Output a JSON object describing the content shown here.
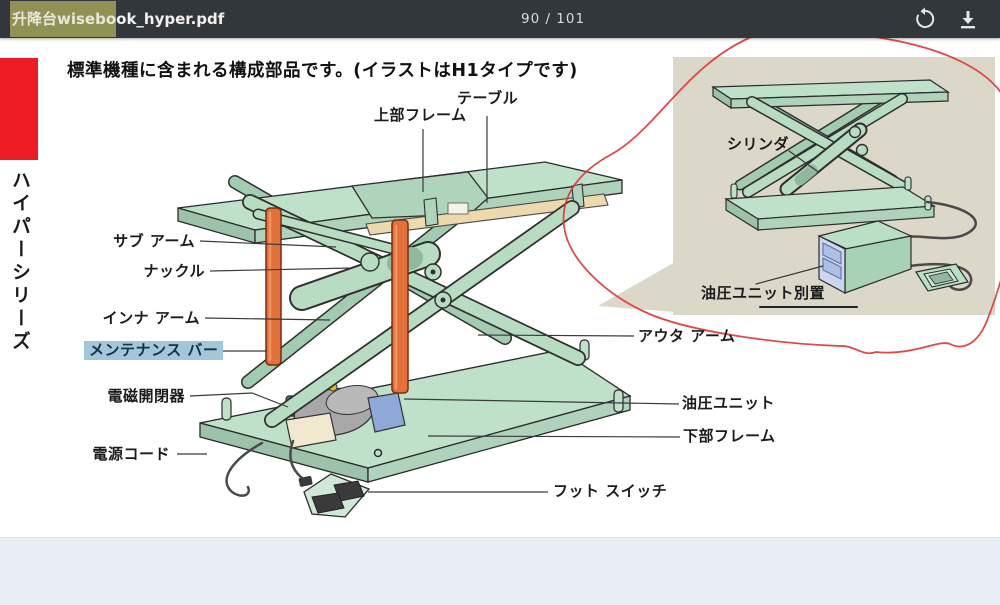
{
  "toolbar": {
    "title_highlight": "升降台wisebo",
    "title_rest": "ok_hyper.pdf",
    "title_full": "升降台wisebook_hyper.pdf",
    "page_indicator": "90 / 101",
    "icons": {
      "rotate": "rotate-icon",
      "download": "download-icon"
    }
  },
  "sidebar": {
    "series_label": "ハイパーシリーズ"
  },
  "page": {
    "heading": "標準機種に含まれる構成部品です。(イラストはH1タイプです)"
  },
  "diagram": {
    "labels": {
      "table": "テーブル",
      "upper_frame": "上部フレーム",
      "sub_arm": "サブ アーム",
      "knuckle": "ナックル",
      "inner_arm": "インナ アーム",
      "maintenance_bar": "メンテナンス バー",
      "magnetic_switch": "電磁開閉器",
      "power_cord": "電源コード",
      "outer_arm": "アウタ アーム",
      "hydraulic_unit": "油圧ユニット",
      "lower_frame": "下部フレーム",
      "foot_switch": "フット スイッチ"
    }
  },
  "inset": {
    "labels": {
      "cylinder": "シリンダ",
      "hydraulic_unit_separate": "油圧ユニット別置"
    }
  },
  "colors": {
    "toolbar_bg": "#32373b",
    "find_highlight": "#8f9155",
    "sidebar_red": "#ee1c25",
    "label_highlight": "#a4c6da",
    "inset_bg": "#dcd8c9",
    "annotation_red": "#dd3a3c",
    "machine_green": "#b8dcc2",
    "maintenance_orange": "#e2713b",
    "bottom_band": "#e8edf6"
  }
}
